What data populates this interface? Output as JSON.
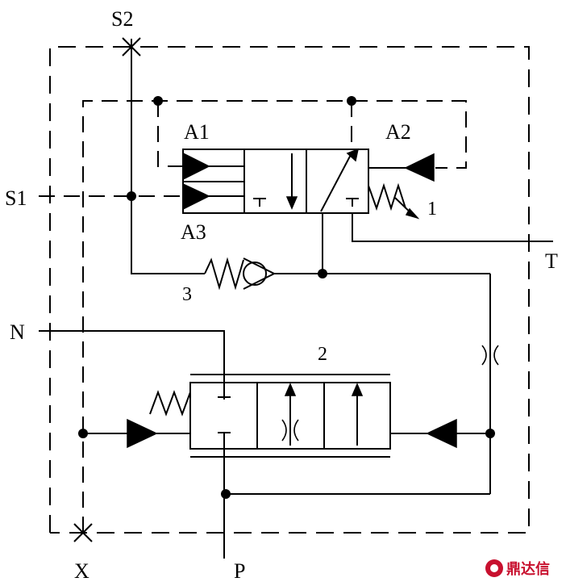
{
  "labels": {
    "s2": "S2",
    "s1": "S1",
    "a1": "A1",
    "a2": "A2",
    "a3": "A3",
    "t": "T",
    "n": "N",
    "x": "X",
    "p": "P",
    "num1": "1",
    "num2": "2",
    "num3": "3"
  },
  "watermark": {
    "text": "鼎达信",
    "color": "#c8102e"
  }
}
